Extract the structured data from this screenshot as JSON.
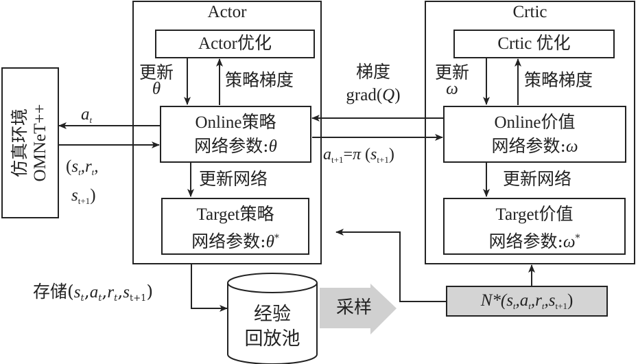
{
  "environment": {
    "line1": "仿真环境",
    "line2": "OMNeT++"
  },
  "actor": {
    "title": "Actor",
    "optimizer": "Actor优化",
    "update_label": "更新",
    "update_param": "θ",
    "policy_gradient": "策略梯度",
    "online_line1": "Online策略",
    "online_line2_prefix": "网络参数:",
    "online_param": "θ",
    "update_network": "更新网络",
    "target_line1": "Target策略",
    "target_line2_prefix": "网络参数:",
    "target_param": "θ",
    "target_sup": "*"
  },
  "critic": {
    "title": "Crtic",
    "optimizer": "Crtic 优化",
    "update_label": "更新",
    "update_param": "ω",
    "policy_gradient": "策略梯度",
    "online_line1": "Online价值",
    "online_line2_prefix": "网络参数:",
    "online_param": "ω",
    "update_network": "更新网络",
    "target_line1": "Target价值",
    "target_line2_prefix": "网络参数:",
    "target_param": "ω",
    "target_sup": "*"
  },
  "edges": {
    "action_out": {
      "var": "a",
      "sub": "t"
    },
    "state_in": {
      "open": "(",
      "s": "s",
      "s_sub": "t",
      "r": "r",
      "r_sub": "t",
      "s2": "s",
      "s2_sub": "t+1",
      "close": ")"
    },
    "gradient": {
      "line1": "梯度",
      "line2_prefix": "grad(",
      "var": "Q",
      "line2_suffix": ")"
    },
    "next_action": {
      "a": "a",
      "a_sub": "t+1",
      "eq": "=",
      "pi": "π",
      "open": " (",
      "s": "s",
      "s_sub": "t+1",
      "close": ")"
    },
    "store": {
      "prefix": "存储(",
      "s": "s",
      "s_sub": "t",
      "a": "a",
      "a_sub": "t",
      "r": "r",
      "r_sub": "t",
      "s2": "s",
      "s2_sub": "t+1",
      "close": ")"
    },
    "sample": "采样"
  },
  "replay_buffer": {
    "line1": "经验",
    "line2": "回放池"
  },
  "minibatch": {
    "prefix": "N*(",
    "s": "s",
    "s_sub": "t",
    "a": "a",
    "a_sub": "t",
    "r": "r",
    "r_sub": "t",
    "s2": "s",
    "s2_sub": "t+1",
    "close": ")"
  },
  "colors": {
    "line": "#222222",
    "minibatch_fill": "#d4d4d4",
    "sample_arrow_fill": "#d0d0d0"
  }
}
